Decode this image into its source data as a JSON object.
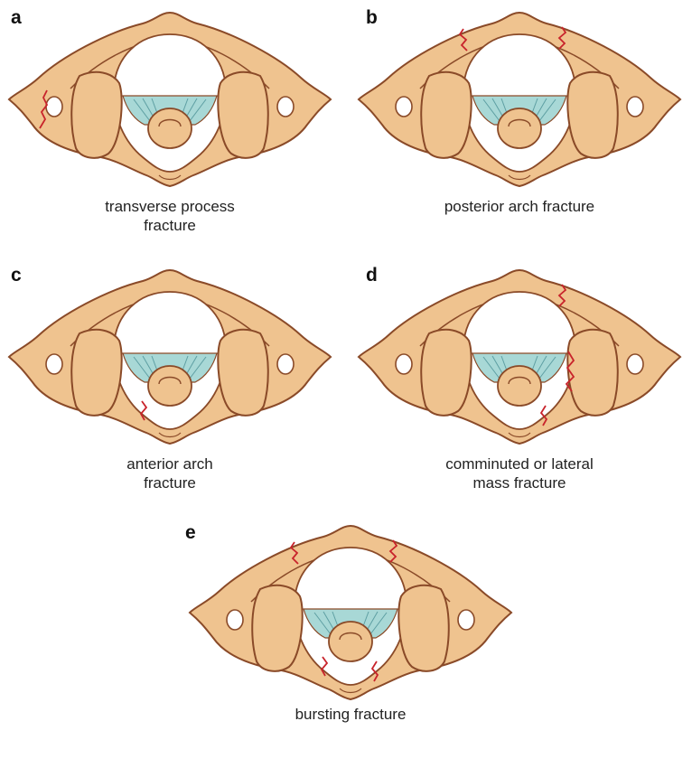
{
  "colors": {
    "bone_fill": "#EFC38F",
    "bone_outline": "#8A4A28",
    "ligament": "#A8D8D6",
    "ligament_lines": "#5E9FA3",
    "fracture": "#C8232B",
    "canal": "#FFFFFF"
  },
  "panels": [
    {
      "letter": "a",
      "caption": "transverse process\nfracture",
      "fractures": [
        "transverse-left"
      ]
    },
    {
      "letter": "b",
      "caption": "posterior arch fracture",
      "fractures": [
        "posterior-left",
        "posterior-right"
      ]
    },
    {
      "letter": "c",
      "caption": "anterior arch\nfracture",
      "fractures": [
        "anterior-left"
      ]
    },
    {
      "letter": "d",
      "caption": "comminuted or lateral\nmass fracture",
      "fractures": [
        "posterior-right",
        "lateral-right",
        "anterior-right"
      ]
    },
    {
      "letter": "e",
      "caption": "bursting fracture",
      "fractures": [
        "posterior-left",
        "posterior-right",
        "anterior-left",
        "anterior-right"
      ]
    }
  ]
}
